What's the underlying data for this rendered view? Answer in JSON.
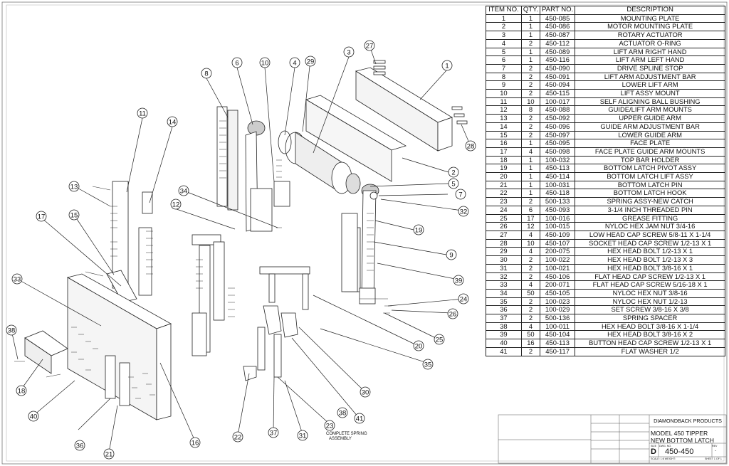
{
  "bom": {
    "headers": [
      "ITEM NO.",
      "QTY.",
      "PART NO.",
      "DESCRIPTION"
    ],
    "rows": [
      [
        "1",
        "1",
        "450-085",
        "MOUNTING PLATE"
      ],
      [
        "2",
        "1",
        "450-086",
        "MOTOR MOUNTING PLATE"
      ],
      [
        "3",
        "1",
        "450-087",
        "ROTARY ACTUATOR"
      ],
      [
        "4",
        "2",
        "450-112",
        "ACTUATOR O-RING"
      ],
      [
        "5",
        "1",
        "450-089",
        "LIFT ARM RIGHT HAND"
      ],
      [
        "6",
        "1",
        "450-116",
        "LIFT ARM LEFT HAND"
      ],
      [
        "7",
        "2",
        "450-090",
        "DRIVE SPLINE STOP"
      ],
      [
        "8",
        "2",
        "450-091",
        "LIFT ARM ADJUSTMENT BAR"
      ],
      [
        "9",
        "2",
        "450-094",
        "LOWER LIFT ARM"
      ],
      [
        "10",
        "2",
        "450-115",
        "LIFT ASSY MOUNT"
      ],
      [
        "11",
        "10",
        "100-017",
        "SELF ALIGNING BALL BUSHING"
      ],
      [
        "12",
        "8",
        "450-088",
        "GUIDE/LIFT ARM MOUNTS"
      ],
      [
        "13",
        "2",
        "450-092",
        "UPPER GUIDE ARM"
      ],
      [
        "14",
        "2",
        "450-096",
        "GUIDE ARM ADJUSTMENT BAR"
      ],
      [
        "15",
        "2",
        "450-097",
        "LOWER GUIDE ARM"
      ],
      [
        "16",
        "1",
        "450-095",
        "FACE PLATE"
      ],
      [
        "17",
        "4",
        "450-098",
        "FACE PLATE GUIDE ARM MOUNTS"
      ],
      [
        "18",
        "1",
        "100-032",
        "TOP BAR HOLDER"
      ],
      [
        "19",
        "1",
        "450-113",
        "BOTTOM LATCH PIVOT ASSY"
      ],
      [
        "20",
        "1",
        "450-114",
        "BOTTOM LATCH LIFT ASSY"
      ],
      [
        "21",
        "1",
        "100-031",
        "BOTTOM LATCH PIN"
      ],
      [
        "22",
        "1",
        "450-118",
        "BOTTOM LATCH HOOK"
      ],
      [
        "23",
        "2",
        "500-133",
        "SPRING ASSY-NEW CATCH"
      ],
      [
        "24",
        "6",
        "450-093",
        "3-1/4 INCH THREADED PIN"
      ],
      [
        "25",
        "17",
        "100-016",
        "GREASE FITTING"
      ],
      [
        "26",
        "12",
        "100-015",
        "NYLOC HEX JAM NUT 3/4-16"
      ],
      [
        "27",
        "4",
        "450-109",
        "LOW HEAD CAP SCREW 5/8-11 X 1-1/4"
      ],
      [
        "28",
        "10",
        "450-107",
        "SOCKET HEAD CAP SCREW 1/2-13 X 1"
      ],
      [
        "29",
        "4",
        "200-075",
        "HEX HEAD BOLT 1/2-13 X 1"
      ],
      [
        "30",
        "2",
        "100-022",
        "HEX HEAD BOLT 1/2-13 X 3"
      ],
      [
        "31",
        "2",
        "100-021",
        "HEX HEAD BOLT 3/8-16 X 1"
      ],
      [
        "32",
        "2",
        "450-106",
        "FLAT HEAD CAP SCREW 1/2-13 X 1"
      ],
      [
        "33",
        "4",
        "200-071",
        "FLAT HEAD CAP SCREW 5/16-18 X 1"
      ],
      [
        "34",
        "50",
        "450-105",
        "NYLOC HEX NUT 3/8-16"
      ],
      [
        "35",
        "2",
        "100-023",
        "NYLOC HEX NUT 1/2-13"
      ],
      [
        "36",
        "2",
        "100-029",
        "SET SCREW 3/8-16 X 3/8"
      ],
      [
        "37",
        "2",
        "500-136",
        "SPRING SPACER"
      ],
      [
        "38",
        "4",
        "100-011",
        "HEX HEAD BOLT 3/8-16 X 1-1/4"
      ],
      [
        "39",
        "50",
        "450-104",
        "HEX HEAD BOLT 3/8-16 X 2"
      ],
      [
        "40",
        "16",
        "450-113",
        "BUTTON HEAD CAP SCREW 1/2-13 X 1"
      ],
      [
        "41",
        "2",
        "450-117",
        "FLAT WASHER 1/2"
      ]
    ]
  },
  "callouts": [
    "1",
    "2",
    "3",
    "4",
    "5",
    "6",
    "7",
    "8",
    "9",
    "10",
    "11",
    "12",
    "13",
    "14",
    "15",
    "16",
    "17",
    "18",
    "19",
    "20",
    "21",
    "22",
    "23",
    "24",
    "25",
    "26",
    "27",
    "28",
    "29",
    "30",
    "31",
    "32",
    "33",
    "34",
    "35",
    "36",
    "37",
    "38",
    "39",
    "40",
    "41"
  ],
  "annotation": {
    "line1": "COMPLETE SPRING",
    "line2": "ASSEMBLY"
  },
  "title_block": {
    "company": "DIAMONDBACK PRODUCTS",
    "title_line1": "MODEL 450 TIPPER",
    "title_line2": "NEW BOTTOM LATCH",
    "size_label": "SIZE",
    "dwg_label": "DWG.  NO.",
    "rev_label": "REV",
    "size": "D",
    "dwg_no": "450-450",
    "rev": "-",
    "scale": "SCALE: 1:6   WEIGHT:",
    "sheet": "SHEET 1 OF 1"
  }
}
